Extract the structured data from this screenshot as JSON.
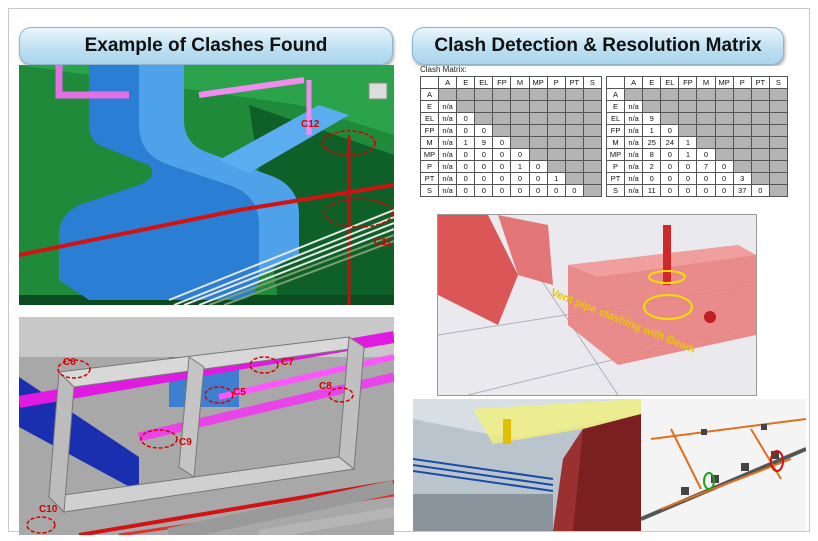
{
  "left_title": "Example of Clashes Found",
  "right_title": "Clash Detection & Resolution Matrix",
  "clash_labels": {
    "top": [
      "C12",
      "C11"
    ],
    "bottom": [
      "C6",
      "C7",
      "C5",
      "C8",
      "C9",
      "C10"
    ]
  },
  "matrix": {
    "title": "Clash Matrix:",
    "headers": [
      "A",
      "E",
      "EL",
      "FP",
      "M",
      "MP",
      "P",
      "PT",
      "S"
    ],
    "left_rows": [
      [
        "A",
        "",
        "",
        "",
        "",
        "",
        "",
        "",
        "",
        ""
      ],
      [
        "E",
        "n/a",
        "",
        "",
        "",
        "",
        "",
        "",
        "",
        ""
      ],
      [
        "EL",
        "n/a",
        "0",
        "",
        "",
        "",
        "",
        "",
        "",
        ""
      ],
      [
        "FP",
        "n/a",
        "0",
        "0",
        "",
        "",
        "",
        "",
        "",
        ""
      ],
      [
        "M",
        "n/a",
        "1",
        "9",
        "0",
        "",
        "",
        "",
        "",
        ""
      ],
      [
        "MP",
        "n/a",
        "0",
        "0",
        "0",
        "0",
        "",
        "",
        "",
        ""
      ],
      [
        "P",
        "n/a",
        "0",
        "0",
        "0",
        "1",
        "0",
        "",
        "",
        ""
      ],
      [
        "PT",
        "n/a",
        "0",
        "0",
        "0",
        "0",
        "0",
        "1",
        "",
        ""
      ],
      [
        "S",
        "n/a",
        "0",
        "0",
        "0",
        "0",
        "0",
        "0",
        "0",
        ""
      ]
    ],
    "right_rows": [
      [
        "A",
        "",
        "",
        "",
        "",
        "",
        "",
        "",
        "",
        ""
      ],
      [
        "E",
        "n/a",
        "",
        "",
        "",
        "",
        "",
        "",
        "",
        ""
      ],
      [
        "EL",
        "n/a",
        "9",
        "",
        "",
        "",
        "",
        "",
        "",
        ""
      ],
      [
        "FP",
        "n/a",
        "1",
        "0",
        "",
        "",
        "",
        "",
        "",
        ""
      ],
      [
        "M",
        "n/a",
        "25",
        "24",
        "1",
        "",
        "",
        "",
        "",
        ""
      ],
      [
        "MP",
        "n/a",
        "8",
        "0",
        "1",
        "0",
        "",
        "",
        "",
        ""
      ],
      [
        "P",
        "n/a",
        "2",
        "0",
        "0",
        "7",
        "0",
        "",
        "",
        ""
      ],
      [
        "PT",
        "n/a",
        "0",
        "0",
        "0",
        "0",
        "0",
        "3",
        "",
        ""
      ],
      [
        "S",
        "n/a",
        "11",
        "0",
        "0",
        "0",
        "0",
        "37",
        "0",
        ""
      ]
    ]
  },
  "vent_caption": "Vent pipe clashing with Beam"
}
